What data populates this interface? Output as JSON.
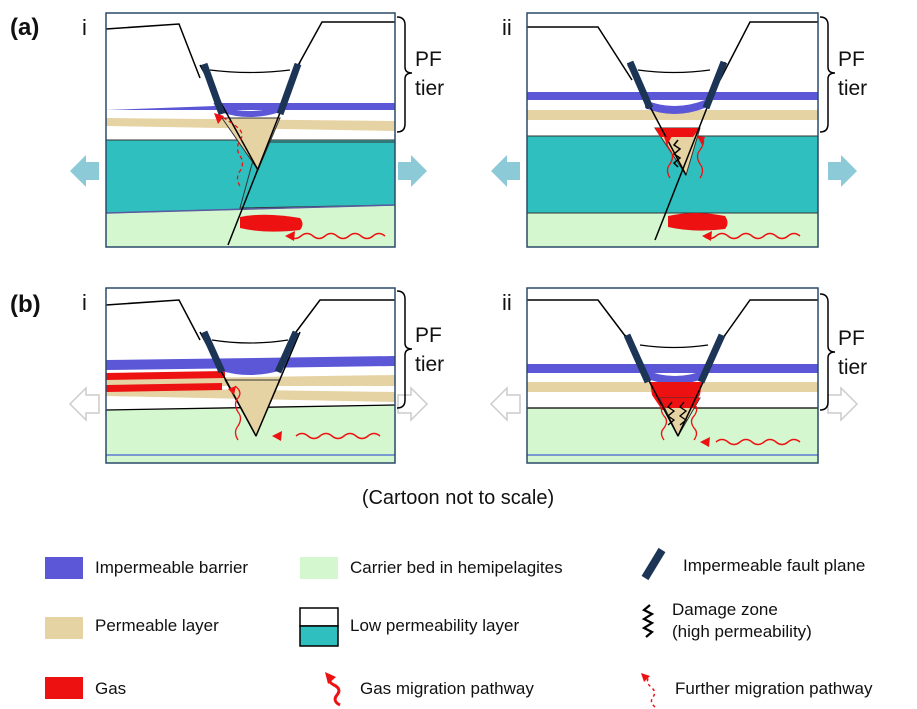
{
  "row_a": {
    "label": "(a)",
    "panel_i": "i",
    "panel_ii": "ii"
  },
  "row_b": {
    "label": "(b)",
    "panel_i": "i",
    "panel_ii": "ii"
  },
  "pf_tier": {
    "line1": "PF",
    "line2": "tier"
  },
  "caption": "(Cartoon not to scale)",
  "legend": {
    "impermeable_barrier": "Impermeable barrier",
    "permeable_layer": "Permeable layer",
    "gas": "Gas",
    "carrier_bed": "Carrier bed in hemipelagites",
    "low_permeability": "Low permeability layer",
    "gas_migration": "Gas migration pathway",
    "fault_plane": "Impermeable fault plane",
    "damage_zone_line1": "Damage zone",
    "damage_zone_line2": "(high permeability)",
    "further_migration": "Further migration pathway"
  },
  "colors": {
    "barrier": "#5b57d6",
    "permeable": "#e6d3a3",
    "gas": "#ee1111",
    "carrier": "#d4f7d0",
    "low_perm": "#2fbfbf",
    "fault": "#1c3557",
    "arrow_a": "#8dcad8",
    "arrow_b": "#cccccc",
    "frame": "#2a4a6a"
  }
}
